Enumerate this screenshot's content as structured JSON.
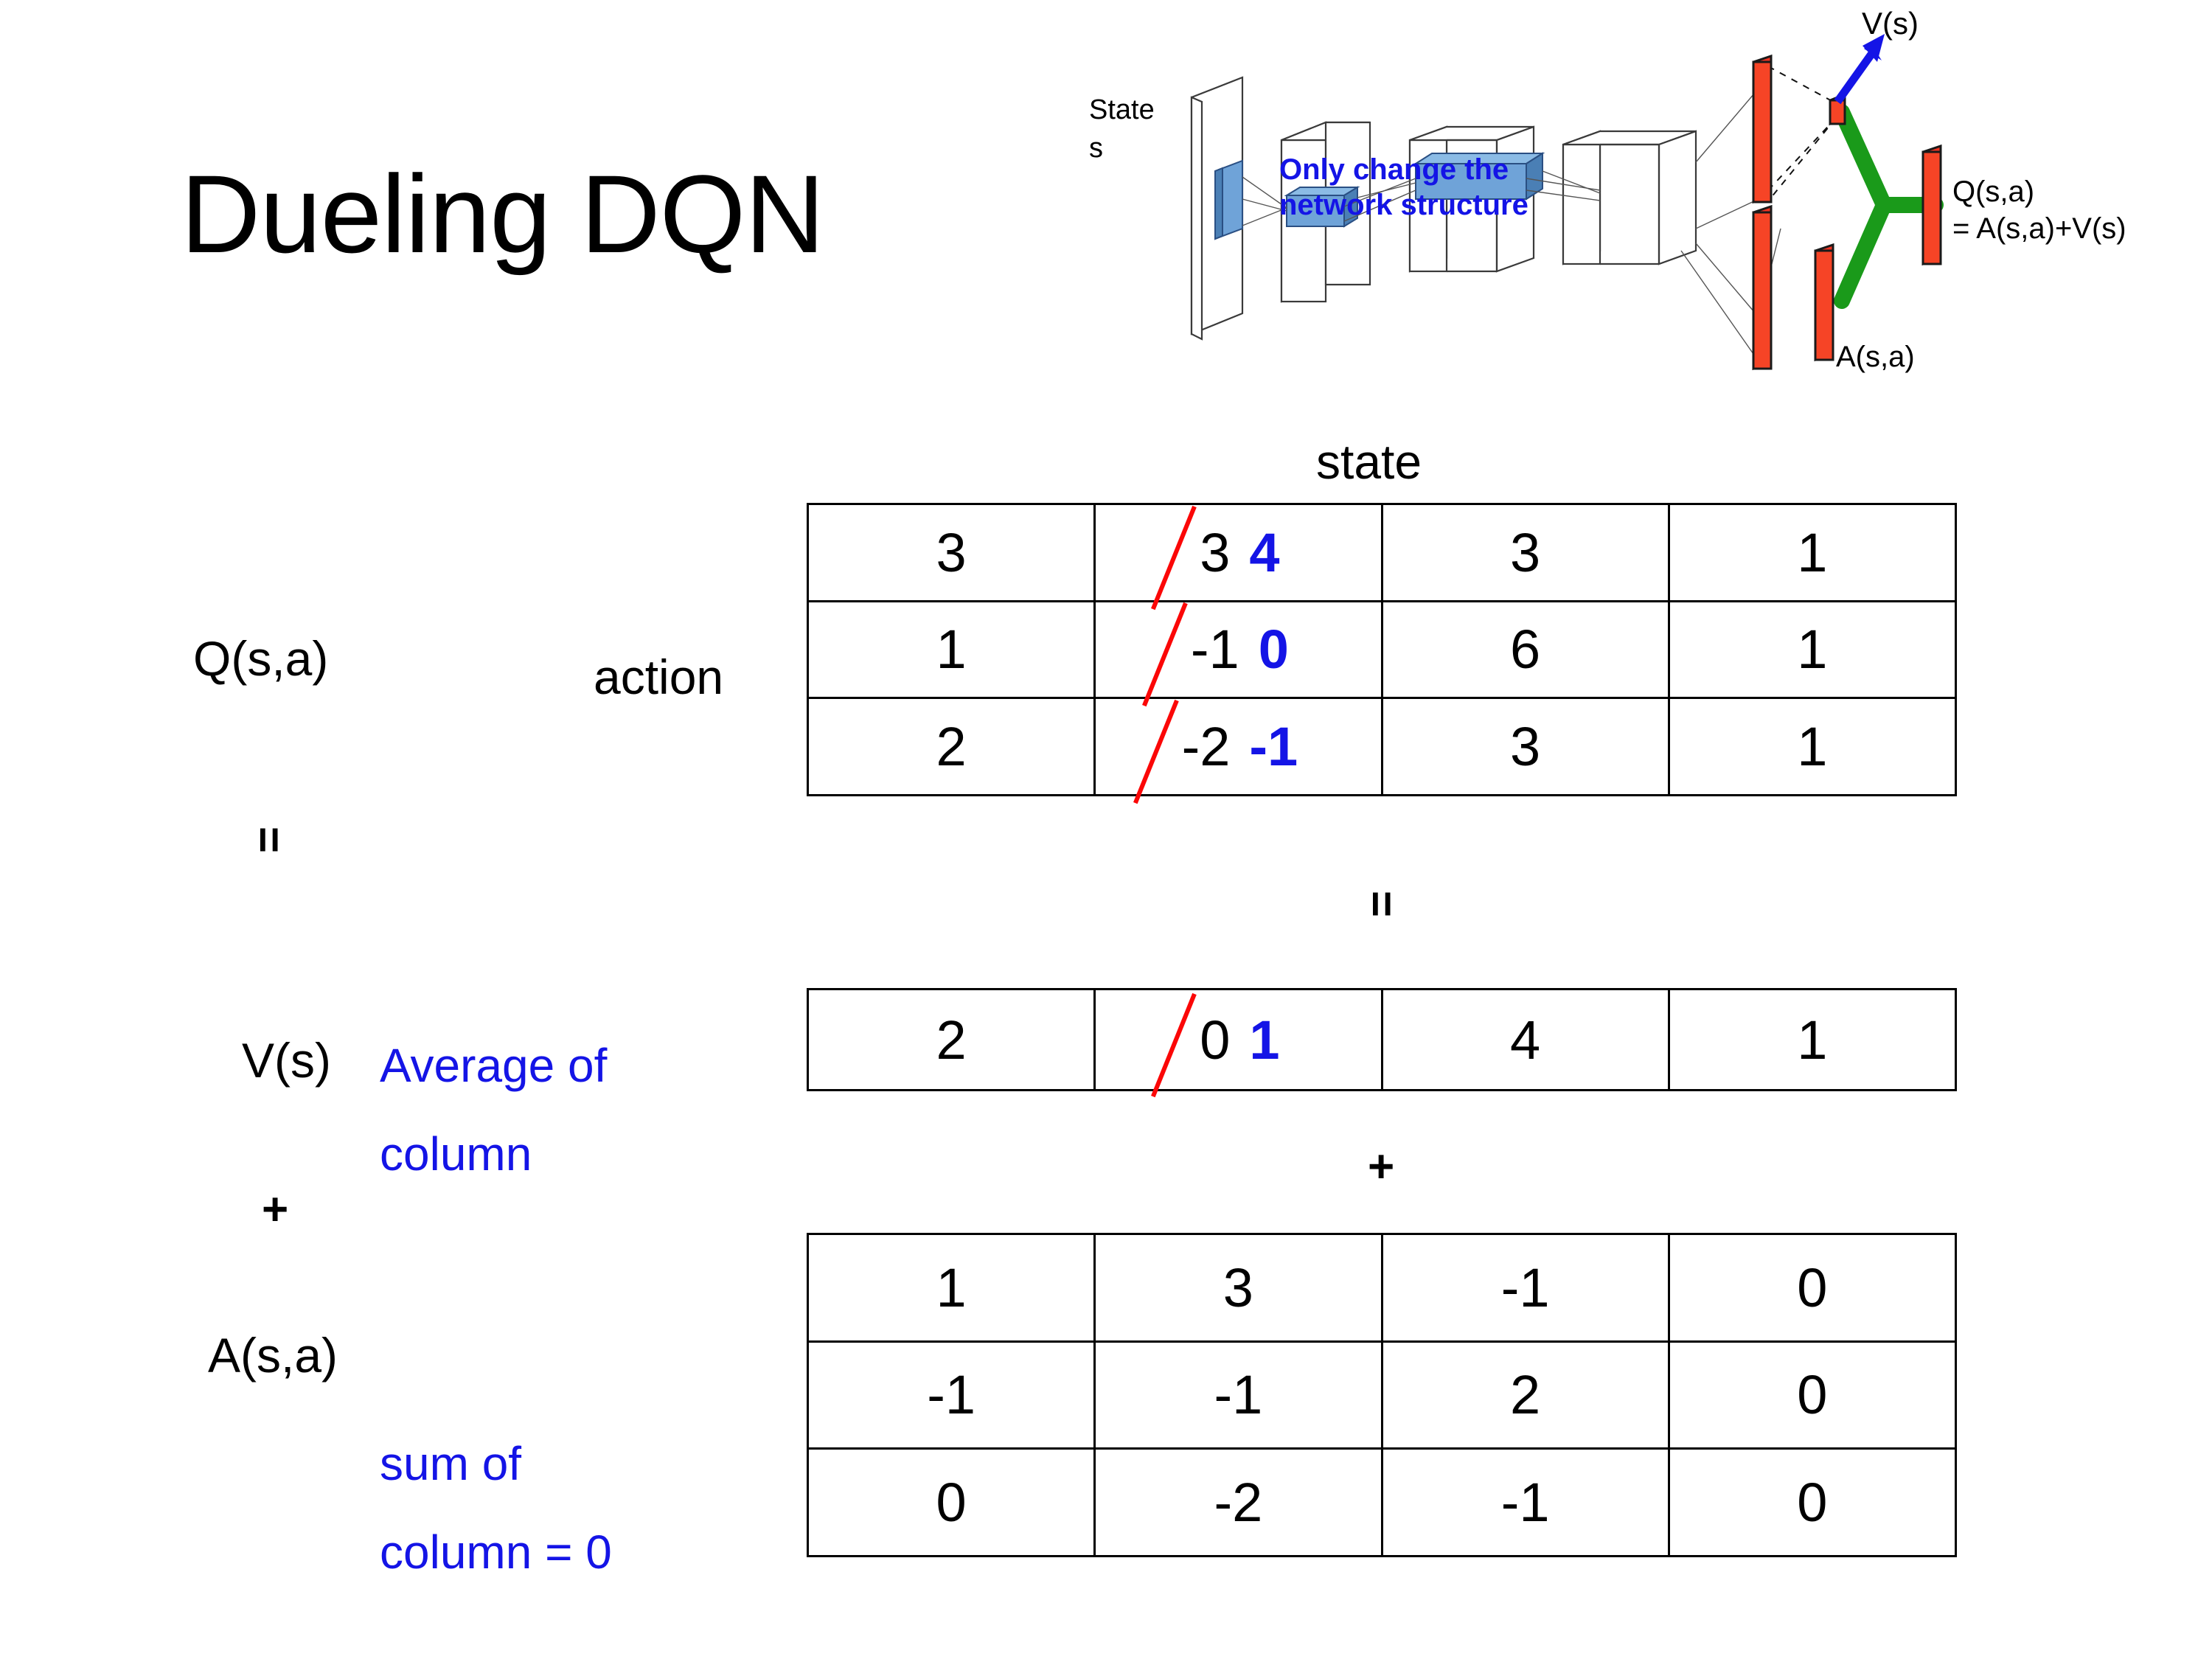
{
  "slide": {
    "title": "Dueling DQN",
    "background": "#ffffff",
    "accent_blue": "#1414e6",
    "accent_red": "#fb0707",
    "accent_green": "#1a9a1a"
  },
  "diagram": {
    "name": "dueling-dqn-network-architecture",
    "input_label_line1": "State",
    "input_label_line2": "s",
    "annotation_line1": "Only change the",
    "annotation_line2": "network structure",
    "value_stream_label": "V(s)",
    "advantage_stream_label": "A(s,a)",
    "output_label_line1": "Q(s,a)",
    "output_label_line2": "= A(s,a)+V(s)"
  },
  "labels": {
    "state_axis": "state",
    "action_axis": "action",
    "q_label": "Q(s,a)",
    "v_label": "V(s)",
    "a_label": "A(s,a)",
    "equals_top": "=",
    "equals_mid": "=",
    "plus_left": "+",
    "plus_mid": "+",
    "v_note_line1": "Average of",
    "v_note_line2": "column",
    "a_note_line1": "sum of",
    "a_note_line2": "column = 0"
  },
  "chart_data": {
    "type": "table",
    "title": "Dueling DQN value/advantage decomposition",
    "xlabel": "state",
    "ylabel": "action",
    "tables": [
      {
        "name": "q-table",
        "label": "Q(s,a)",
        "rows": 3,
        "cols": 4,
        "values": [
          [
            "3",
            "3",
            "3",
            "1"
          ],
          [
            "1",
            "-1",
            "6",
            "1"
          ],
          [
            "2",
            "-2",
            "3",
            "1"
          ]
        ],
        "edits": [
          {
            "row": 0,
            "col": 1,
            "old": "3",
            "new": "4"
          },
          {
            "row": 1,
            "col": 1,
            "old": "-1",
            "new": "0"
          },
          {
            "row": 2,
            "col": 1,
            "old": "-2",
            "new": "-1"
          }
        ]
      },
      {
        "name": "v-table",
        "label": "V(s)",
        "rows": 1,
        "cols": 4,
        "values": [
          [
            "2",
            "0",
            "4",
            "1"
          ]
        ],
        "edits": [
          {
            "row": 0,
            "col": 1,
            "old": "0",
            "new": "1"
          }
        ]
      },
      {
        "name": "a-table",
        "label": "A(s,a)",
        "rows": 3,
        "cols": 4,
        "values": [
          [
            "1",
            "3",
            "-1",
            "0"
          ],
          [
            "-1",
            "-1",
            "2",
            "0"
          ],
          [
            "0",
            "-2",
            "-1",
            "0"
          ]
        ],
        "edits": []
      }
    ]
  }
}
